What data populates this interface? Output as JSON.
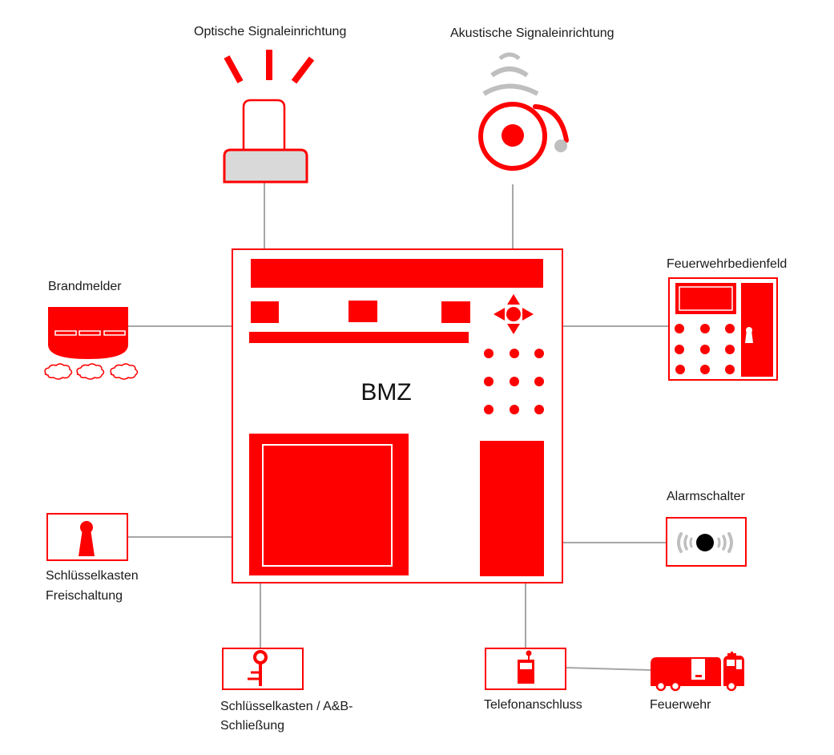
{
  "diagram": {
    "center": {
      "label": "BMZ"
    },
    "components": {
      "optical": {
        "label": "Optische Signaleinrichtung",
        "icon": "beacon-light-icon"
      },
      "acoustic": {
        "label": "Akustische Signaleinrichtung",
        "icon": "alarm-bell-icon"
      },
      "detector": {
        "label": "Brandmelder",
        "icon": "smoke-detector-icon"
      },
      "fire_panel": {
        "label": "Feuerwehrbedienfeld",
        "icon": "fire-brigade-panel-icon"
      },
      "key_release": {
        "label_line1": "Schlüsselkasten",
        "label_line2": "Freischaltung",
        "icon": "keyhole-icon"
      },
      "alarm_switch": {
        "label": "Alarmschalter",
        "icon": "alarm-button-icon"
      },
      "key_box": {
        "label_line1": "Schlüsselkasten / A&B-",
        "label_line2": "Schließung",
        "icon": "key-icon"
      },
      "phone": {
        "label": "Telefonanschluss",
        "icon": "phone-transmitter-icon"
      },
      "fire_brigade": {
        "label": "Feuerwehr",
        "icon": "fire-truck-icon"
      }
    },
    "colors": {
      "accent": "#ff0000",
      "connector": "#a6a6a6",
      "light_gray": "#d9d9d9",
      "text": "#111111"
    }
  }
}
